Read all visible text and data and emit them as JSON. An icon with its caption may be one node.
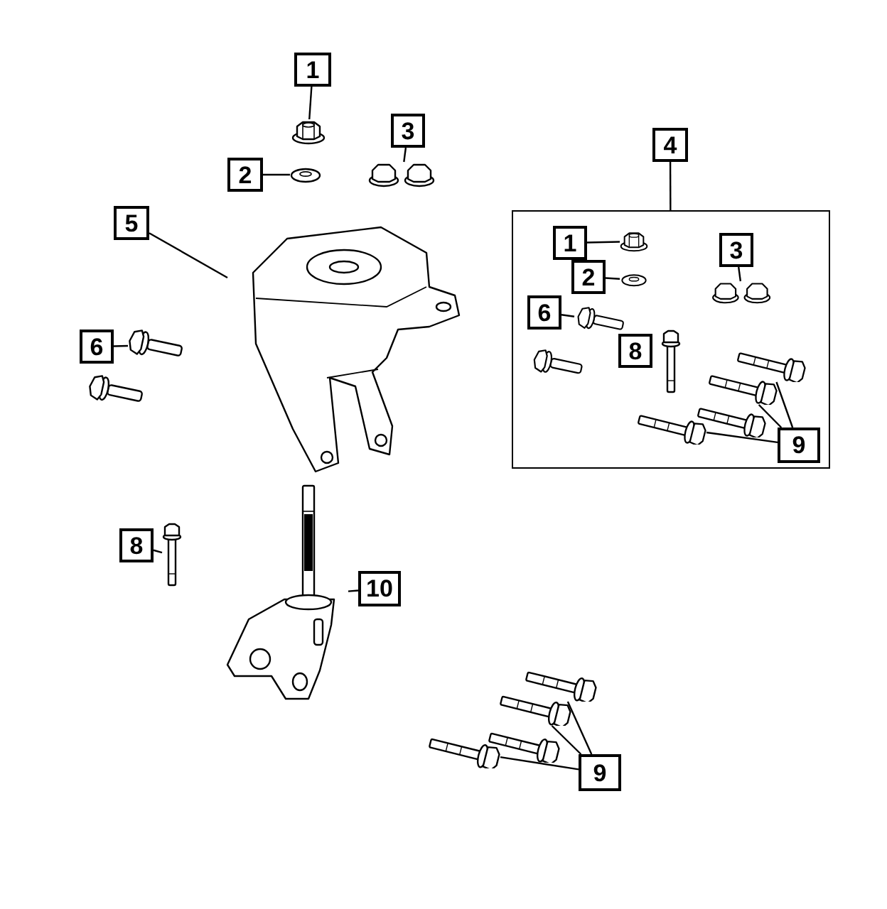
{
  "diagram": {
    "nodes": [
      {
        "text": [
          "1"
        ]
      },
      {
        "text": [],
        "shape": "picture"
      },
      {
        "text": [
          "3"
        ]
      },
      {
        "text": [
          "4"
        ]
      },
      {
        "text": [],
        "shape": "box"
      },
      {
        "text": [
          "1"
        ],
        "in": 4
      },
      {
        "text": [],
        "shape": "picture",
        "in": 4
      },
      {
        "text": [
          "3"
        ],
        "in": 4
      },
      {
        "text": [
          "2"
        ]
      },
      {
        "text": [],
        "shape": "picture"
      },
      {
        "text": [],
        "shape": "picture"
      },
      {
        "text": [
          "2"
        ],
        "in": 4
      },
      {
        "text": [],
        "shape": "picture",
        "in": 4
      },
      {
        "text": [],
        "shape": "picture",
        "in": 4
      },
      {
        "text": [
          "5"
        ]
      },
      {
        "text": [],
        "shape": "picture"
      },
      {
        "text": [
          "6"
        ],
        "in": 4
      },
      {
        "text": [],
        "shape": "picture",
        "in": 4
      },
      {
        "text": [
          "8"
        ],
        "in": 4
      },
      {
        "text": [
          "6"
        ]
      },
      {
        "text": [],
        "shape": "picture"
      },
      {
        "text": [],
        "shape": "picture",
        "in": 4
      },
      {
        "text": [],
        "shape": "picture",
        "in": 4
      },
      {
        "text": [],
        "shape": "picture",
        "in": 4
      },
      {
        "text": [
          "9"
        ],
        "in": 4
      },
      {
        "text": [
          "8"
        ]
      },
      {
        "text": [],
        "shape": "picture"
      },
      {
        "text": [
          "10"
        ]
      },
      {
        "text": [],
        "shape": "picture"
      },
      {
        "text": [],
        "shape": "picture"
      },
      {
        "text": [],
        "shape": "picture"
      },
      {
        "text": [],
        "shape": "picture"
      },
      {
        "text": [
          "9"
        ]
      }
    ],
    "edges": [
      {
        "from": 0,
        "to": 1,
        "arrow": "none"
      },
      {
        "from": 2,
        "to": 10,
        "arrow": "none"
      },
      {
        "from": 3,
        "to": 4,
        "arrow": "none"
      },
      {
        "from": 5,
        "to": 6,
        "arrow": "none"
      },
      {
        "from": 7,
        "to": 13,
        "arrow": "none"
      },
      {
        "from": 8,
        "to": 9,
        "arrow": "none"
      },
      {
        "from": 11,
        "to": 12,
        "arrow": "none"
      },
      {
        "from": 14,
        "to": 15,
        "arrow": "none"
      },
      {
        "from": 16,
        "to": 17,
        "arrow": "none"
      },
      {
        "from": 19,
        "to": 20,
        "arrow": "none"
      },
      {
        "from": 24,
        "to": 21,
        "arrow": "none"
      },
      {
        "from": 24,
        "to": 22,
        "arrow": "none"
      },
      {
        "from": 24,
        "to": 23,
        "arrow": "none"
      },
      {
        "from": 25,
        "to": 26,
        "arrow": "none"
      },
      {
        "from": 27,
        "to": 28,
        "arrow": "none"
      },
      {
        "from": 32,
        "to": 29,
        "arrow": "none"
      },
      {
        "from": 32,
        "to": 30,
        "arrow": "none"
      },
      {
        "from": 32,
        "to": 31,
        "arrow": "none"
      }
    ]
  }
}
